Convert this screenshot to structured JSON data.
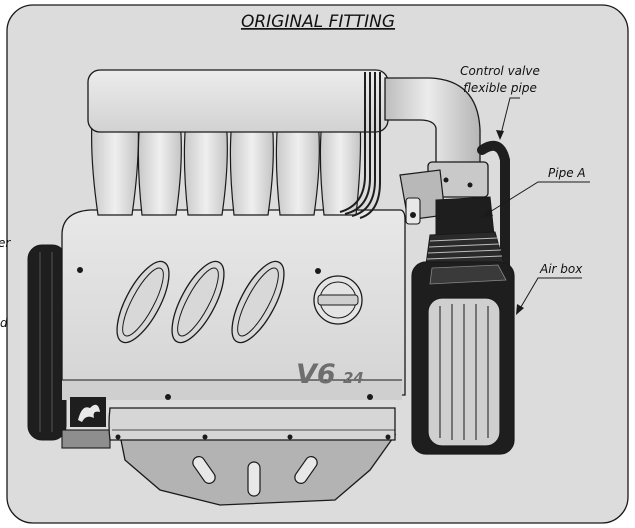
{
  "title": "ORIGINAL FITTING",
  "labels": {
    "control_valve_line1": "Control valve",
    "control_valve_line2": "flexible pipe",
    "pipe_a": "Pipe A",
    "air_box": "Air box",
    "edge_fragment_1": "er",
    "edge_fragment_2": "d"
  },
  "engine_badge": {
    "model": "V6",
    "suffix": "24"
  },
  "colors": {
    "background": "#dcdcdc",
    "engine_light": "#e2e2e2",
    "engine_mid": "#cfcfcf",
    "engine_dark": "#a9a9a9",
    "outline": "#1a1a1a",
    "black_parts": "#1e1e1e"
  }
}
